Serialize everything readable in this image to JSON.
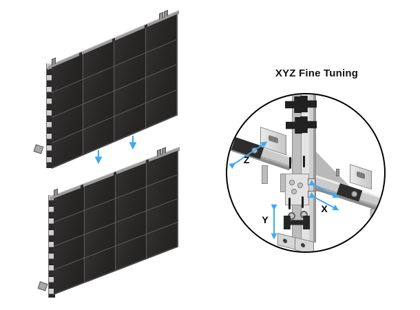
{
  "detail_view": {
    "title": "XYZ Fine Tuning",
    "axis_labels": {
      "x": "X",
      "y": "Y",
      "z": "Z"
    }
  },
  "panel_wall": {
    "upper_assembly": {
      "rows": 4,
      "cols": 4
    },
    "lower_assembly": {
      "rows": 4,
      "cols": 4
    },
    "stack_direction_arrows": {
      "count": 2,
      "direction": "down"
    }
  },
  "colors": {
    "accent_arrow": "#3FA9F5",
    "panel_face": "#2b2b2b",
    "panel_seam": "#606060",
    "metal_light": "#e3e3e3",
    "metal_mid": "#c4c4c4",
    "clip_black": "#212121",
    "outline": "#000000",
    "background": "#ffffff"
  }
}
